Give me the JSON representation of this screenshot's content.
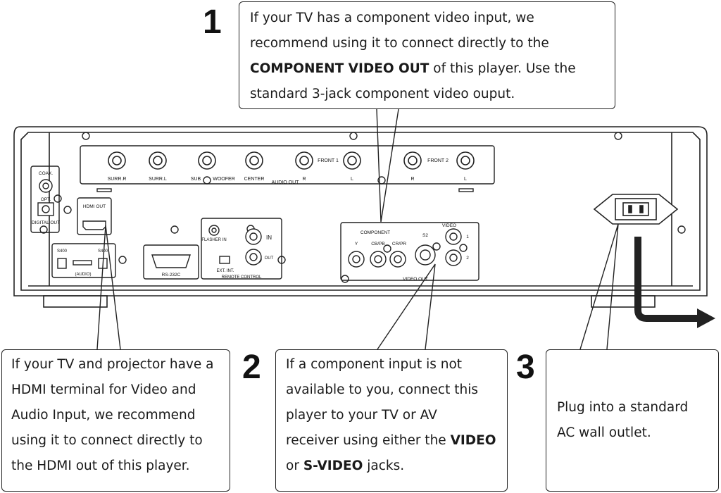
{
  "steps": [
    {
      "number": "1",
      "lines": [
        "If your TV has a component video input, we",
        "recommend using it to connect directly to the",
        "[[COMPONENT VIDEO OUT]] of this player. Use the",
        "standard 3-jack component video ouput."
      ]
    },
    {
      "number": "2",
      "lines": [
        "If a component input is not",
        "available to you, connect this",
        "player to your TV or AV",
        "receiver using either the [[VIDEO]]",
        "or [[S-VIDEO]] jacks."
      ]
    },
    {
      "number": "3",
      "lines": [
        "Plug into a standard",
        "AC wall outlet."
      ]
    }
  ],
  "hdmi_note": {
    "lines": [
      "If your TV and projector have a",
      "HDMI terminal for Video and",
      "Audio Input, we recommend",
      "using it to connect directly to",
      "the HDMI out of this player."
    ]
  },
  "panel_labels": {
    "coax": "COAX.",
    "opt": "OPT.",
    "digital_out": "DIGITAL OUT",
    "hdmi_out": "HDMI OUT",
    "audio_out": "AUDIO OUT",
    "surr_r": "SURR.R",
    "surr_l": "SURR.L",
    "sub_woofer_left": "SUB",
    "sub_woofer_right": "WOOFER",
    "center": "CENTER",
    "front1": "FRONT 1",
    "front2": "FRONT 2",
    "r": "R",
    "l": "L",
    "s400_a": "S400",
    "s400_b": "S400",
    "audio": "(AUDIO)",
    "rs232c": "RS-232C",
    "flasher_in": "FLASHER IN",
    "ext_int": "EXT. INT.",
    "in": "IN",
    "out": "OUT",
    "remote_control": "REMOTE CONTROL",
    "component": "COMPONENT",
    "y": "Y",
    "cb_pb": "CB/PB",
    "cr_pr": "CR/PR",
    "s2": "S2",
    "video": "VIDEO",
    "video_out": "VIDEO OUT",
    "video_1": "1",
    "video_2": "2"
  }
}
